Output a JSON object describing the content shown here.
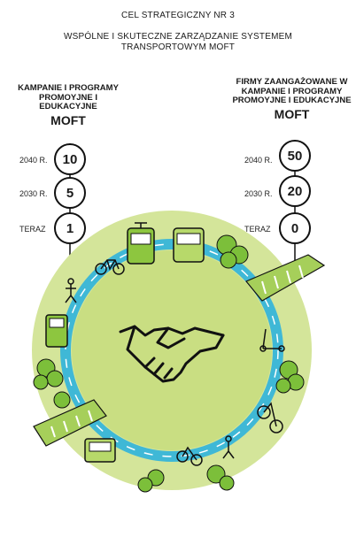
{
  "header": {
    "goal": "CEL STRATEGICZNY NR 3",
    "subtitle": "WSPÓLNE I SKUTECZNE ZARZĄDZANIE SYSTEMEM TRANSPORTOWYM MOFT"
  },
  "left_metric": {
    "title": "KAMPANIE I PROGRAMY PROMOYJNE I EDUKACYJNE",
    "acronym": "MOFT",
    "rows": [
      {
        "label": "2040 R.",
        "value": "10"
      },
      {
        "label": "2030 R.",
        "value": "5"
      },
      {
        "label": "TERAZ",
        "value": "1"
      }
    ]
  },
  "right_metric": {
    "title": "FIRMY ZAANGAŻOWANE W KAMPANIE I PROGRAMY PROMOYJNE I EDUKACYJNE",
    "acronym": "MOFT",
    "rows": [
      {
        "label": "2040 R.",
        "value": "50"
      },
      {
        "label": "2030 R.",
        "value": "20"
      },
      {
        "label": "TERAZ",
        "value": "0"
      }
    ]
  },
  "colors": {
    "outer_ring": "#d4e59a",
    "inner_disc": "#c9de82",
    "road": "#3fb8d6",
    "tram": "#8dc63f",
    "tree": "#7cbf3a",
    "building": "#a6cf5a",
    "stroke": "#111111"
  },
  "icons": [
    "handshake-icon",
    "tram-icon",
    "bicycle-icon",
    "bus-icon",
    "tree-icon",
    "building-icon",
    "scooter-icon",
    "pedestrian-icon",
    "cyclist-icon"
  ]
}
